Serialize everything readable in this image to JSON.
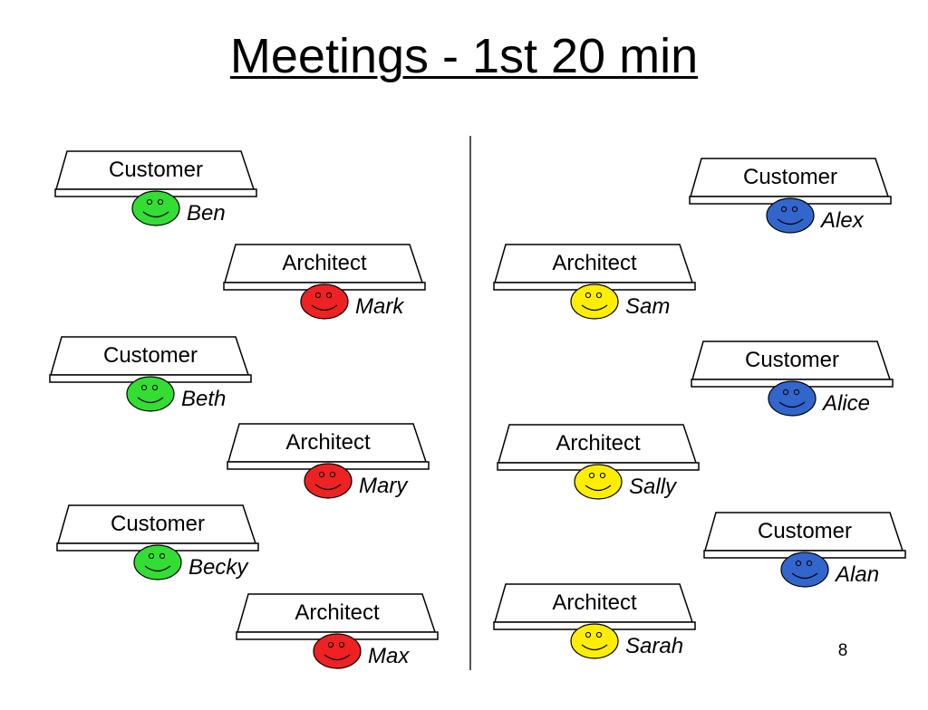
{
  "title": "Meetings - 1st 20 min",
  "page_number": "8",
  "colors": {
    "customer_left": "#33dd33",
    "architect_left": "#ee2222",
    "customer_right": "#3366cc",
    "architect_right": "#ffee00"
  },
  "seats": [
    {
      "role": "Customer",
      "person": "Ben",
      "color": "#33dd33"
    },
    {
      "role": "Architect",
      "person": "Mark",
      "color": "#ee2222"
    },
    {
      "role": "Customer",
      "person": "Beth",
      "color": "#33dd33"
    },
    {
      "role": "Architect",
      "person": "Mary",
      "color": "#ee2222"
    },
    {
      "role": "Customer",
      "person": "Becky",
      "color": "#33dd33"
    },
    {
      "role": "Architect",
      "person": "Max",
      "color": "#ee2222"
    },
    {
      "role": "Customer",
      "person": "Alex",
      "color": "#3366cc"
    },
    {
      "role": "Architect",
      "person": "Sam",
      "color": "#ffee00"
    },
    {
      "role": "Customer",
      "person": "Alice",
      "color": "#3366cc"
    },
    {
      "role": "Architect",
      "person": "Sally",
      "color": "#ffee00"
    },
    {
      "role": "Customer",
      "person": "Alan",
      "color": "#3366cc"
    },
    {
      "role": "Architect",
      "person": "Sarah",
      "color": "#ffee00"
    }
  ]
}
